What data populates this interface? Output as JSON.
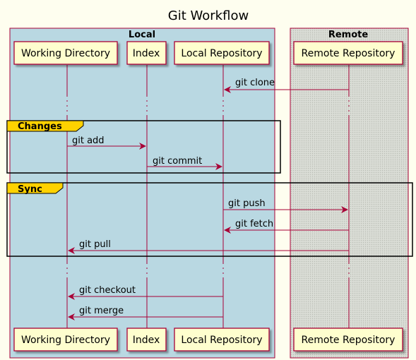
{
  "title": "Git Workflow",
  "boxes": [
    {
      "id": "local",
      "label": "Local",
      "color": "#B9D8E2"
    },
    {
      "id": "remote",
      "label": "Remote",
      "color": "#D8DBD5"
    }
  ],
  "participants": [
    {
      "id": "wd",
      "label": "Working Directory"
    },
    {
      "id": "idx",
      "label": "Index"
    },
    {
      "id": "lr",
      "label": "Local Repository"
    },
    {
      "id": "rr",
      "label": "Remote Repository"
    }
  ],
  "groups": [
    {
      "id": "changes",
      "label": "Changes"
    },
    {
      "id": "sync",
      "label": "Sync"
    }
  ],
  "messages": [
    {
      "id": "clone",
      "label": "git clone",
      "from": "rr",
      "to": "lr"
    },
    {
      "id": "add",
      "label": "git add",
      "from": "wd",
      "to": "idx"
    },
    {
      "id": "commit",
      "label": "git commit",
      "from": "idx",
      "to": "lr"
    },
    {
      "id": "push",
      "label": "git push",
      "from": "lr",
      "to": "rr"
    },
    {
      "id": "fetch",
      "label": "git fetch",
      "from": "rr",
      "to": "lr"
    },
    {
      "id": "pull",
      "label": "git pull",
      "from": "rr",
      "to": "wd"
    },
    {
      "id": "checkout",
      "label": "git checkout",
      "from": "lr",
      "to": "wd"
    },
    {
      "id": "merge",
      "label": "git merge",
      "from": "lr",
      "to": "wd"
    }
  ],
  "colors": {
    "background": "#FEFEEF",
    "arrow": "#A80036",
    "participant_fill": "#FEFECE",
    "group_label": "#FFD200"
  }
}
